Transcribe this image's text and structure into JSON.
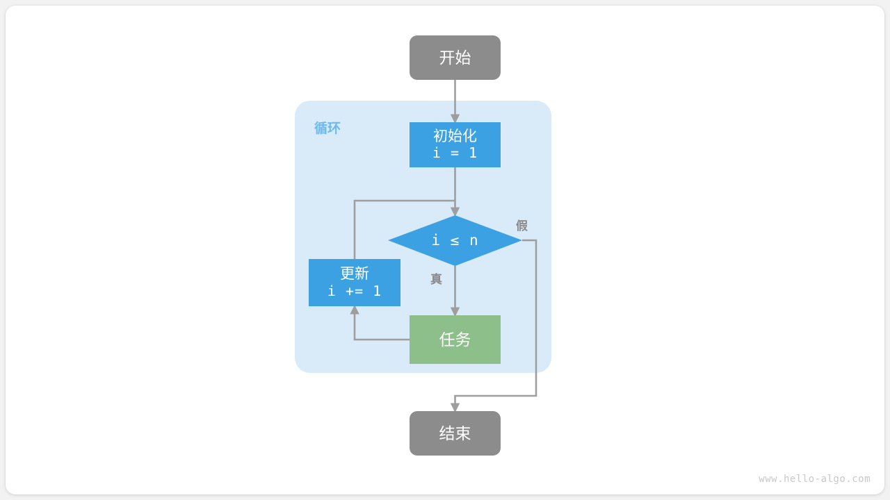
{
  "diagram": {
    "title": "for-loop-flowchart",
    "watermark": "www.hello-algo.com",
    "colors": {
      "start_end_fill": "#8c8c8c",
      "process_fill": "#3ba1e3",
      "decision_fill": "#3ba1e3",
      "task_fill": "#8cbf8a",
      "group_fill": "#d9eaf9",
      "group_label": "#6bb9ee",
      "edge_stroke": "#9e9e9e",
      "node_text": "#ffffff",
      "edge_label": "#8a8a8a",
      "page_bg": "#f2f2f2",
      "card_bg": "#ffffff",
      "watermark": "#c8c8c8"
    },
    "group": {
      "label": "循环"
    },
    "nodes": {
      "start": {
        "label": "开始"
      },
      "init": {
        "line1": "初始化",
        "line2": "i = 1"
      },
      "condition": {
        "label": "i ≤ n"
      },
      "update": {
        "line1": "更新",
        "line2": "i += 1"
      },
      "task": {
        "label": "任务"
      },
      "end": {
        "label": "结束"
      }
    },
    "edge_labels": {
      "true": "真",
      "false": "假"
    }
  }
}
